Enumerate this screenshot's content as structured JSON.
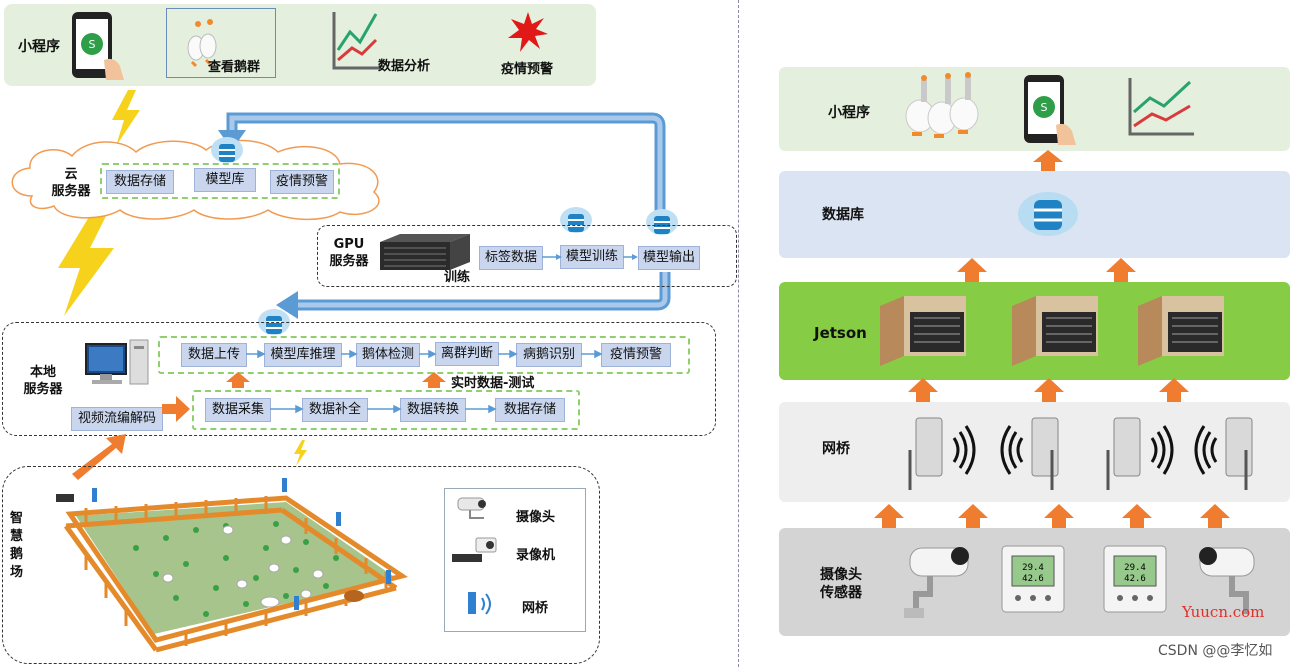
{
  "left": {
    "top_bar": {
      "label": "小程序",
      "items": [
        "查看鹅群",
        "数据分析",
        "疫情预警"
      ]
    },
    "cloud": {
      "label_line1": "云",
      "label_line2": "服务器",
      "items": [
        "数据存储",
        "模型库",
        "疫情预警"
      ]
    },
    "gpu": {
      "label_line1": "GPU",
      "label_line2": "服务器",
      "train_label": "训练",
      "steps": [
        "标签数据",
        "模型训练",
        "模型输出"
      ]
    },
    "local": {
      "label_line1": "本地",
      "label_line2": "服务器",
      "row1": [
        "数据上传",
        "模型库推理",
        "鹅体检测",
        "离群判断",
        "病鹅识别",
        "疫情预警"
      ],
      "realtime_label": "实时数据-测试",
      "decode_label": "视频流编解码",
      "row2": [
        "数据采集",
        "数据补全",
        "数据转换",
        "数据存储"
      ]
    },
    "farm": {
      "label": "智慧鹅场",
      "legend": [
        "摄像头",
        "录像机",
        "网桥"
      ]
    }
  },
  "right": {
    "miniapp": "小程序",
    "database": "数据库",
    "jetson": "Jetson",
    "bridge": "网桥",
    "sensors_line1": "摄像头",
    "sensors_line2": "传感器"
  },
  "watermark_site": "Yuucn.com",
  "watermark_csdn": "CSDN @@李忆如",
  "colors": {
    "green_band": "#e4f0dd",
    "blue_band": "#dbe4f3",
    "jetson_green": "#86cd45",
    "grey_band": "#eeeeee",
    "dark_grey_band": "#d4d4d4",
    "pill_blue": "#c9d6ee",
    "arrow_orange": "#ef7c2f",
    "arrow_blue": "#5b9bd5"
  }
}
